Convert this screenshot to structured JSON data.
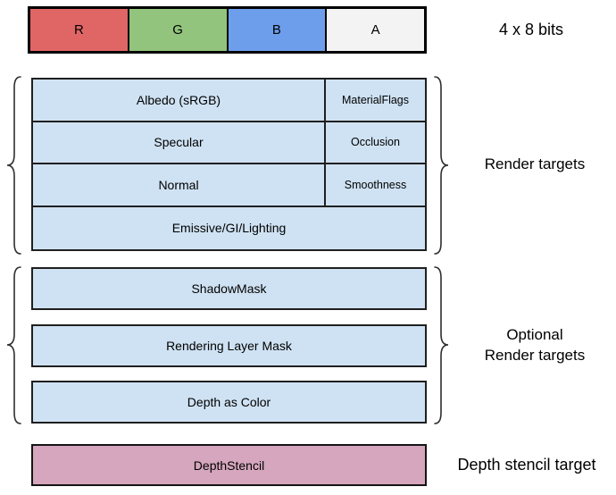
{
  "diagram": {
    "bit_strip": {
      "caption": "4 x 8 bits",
      "cells": [
        {
          "label": "R",
          "color": "#e06666"
        },
        {
          "label": "G",
          "color": "#93c47d"
        },
        {
          "label": "B",
          "color": "#6d9eeb"
        },
        {
          "label": "A",
          "color": "#f3f3f3"
        }
      ]
    },
    "render_targets": {
      "group_label": "Render targets",
      "rows": [
        {
          "main": "Albedo (sRGB)",
          "alpha": "MaterialFlags"
        },
        {
          "main": "Specular",
          "alpha": "Occlusion"
        },
        {
          "main": "Normal",
          "alpha": "Smoothness"
        },
        {
          "main": "Emissive/GI/Lighting"
        }
      ]
    },
    "optional_render_targets": {
      "group_label_line1": "Optional",
      "group_label_line2": "Render targets",
      "boxes": [
        "ShadowMask",
        "Rendering Layer Mask",
        "Depth as Color"
      ]
    },
    "depth_stencil": {
      "box_label": "DepthStencil",
      "group_label": "Depth stencil target"
    },
    "colors": {
      "buffer_fill": "#cfe2f3",
      "depth_stencil_fill": "#d5a6bd",
      "table_border": "#1f1f1f",
      "strip_border": "#000000"
    }
  }
}
